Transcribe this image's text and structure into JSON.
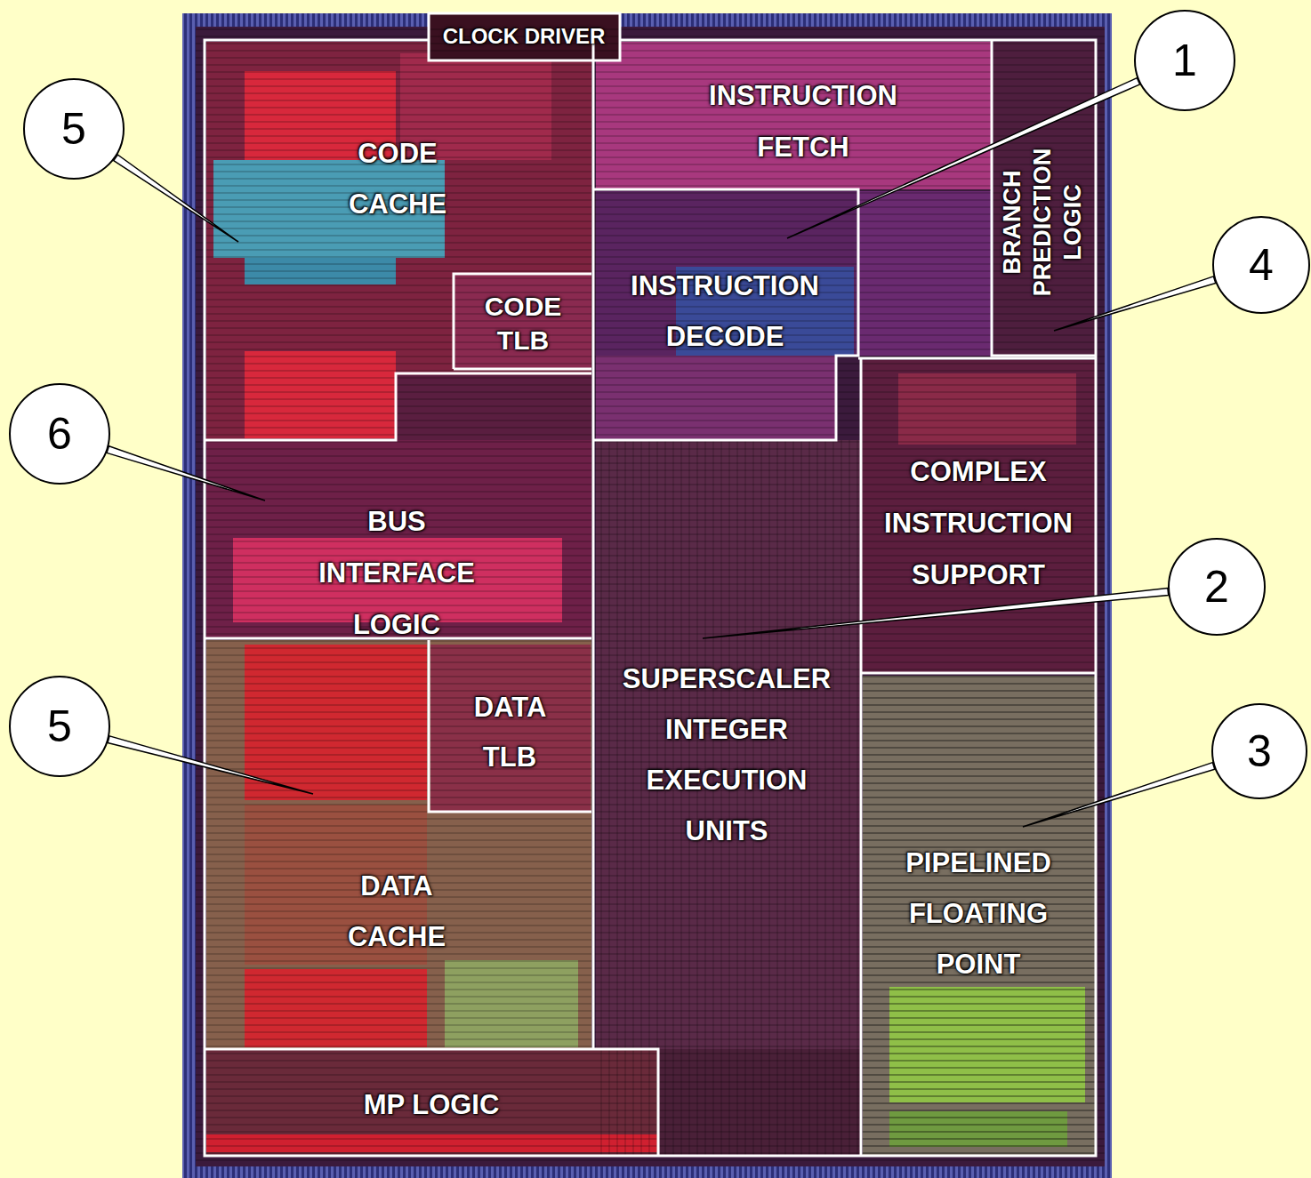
{
  "diagram": {
    "nodes": [
      {
        "text": [
          "CLOCK DRIVER"
        ]
      },
      {
        "text": [
          "1"
        ]
      },
      {
        "text": [
          "5"
        ]
      },
      {
        "text": [
          "CODE CACHE"
        ]
      },
      {
        "text": [
          "INSTRUCTION FETCH"
        ]
      },
      {
        "text": [
          "BRANCH PREDICTION LOGIC"
        ]
      },
      {
        "text": [
          "4"
        ]
      },
      {
        "text": [
          "CODE TLB"
        ]
      },
      {
        "text": [
          "INSTRUCTION DECODE"
        ]
      },
      {
        "text": [
          "6"
        ]
      },
      {
        "text": [
          "BUS INTERFACE LOGIC"
        ]
      },
      {
        "text": [
          "COMPLEX INSTRUCTION SUPPORT"
        ]
      },
      {
        "text": [
          "2"
        ]
      },
      {
        "text": [
          "SUPERSCALER INTEGER EXECUTION UNITS"
        ]
      },
      {
        "text": [
          "5"
        ]
      },
      {
        "text": [
          "DATA TLB"
        ]
      },
      {
        "text": [
          "3"
        ]
      },
      {
        "text": [
          "DATA CACHE"
        ]
      },
      {
        "text": [
          "PIPELINED FLOATING POINT"
        ]
      },
      {
        "text": [
          "MP LOGIC"
        ]
      }
    ],
    "edges": [
      {
        "from": 1,
        "to": 8,
        "arrow": "none"
      },
      {
        "from": 2,
        "to": 3,
        "arrow": "none"
      },
      {
        "from": 6,
        "to": 5,
        "arrow": "none"
      },
      {
        "from": 9,
        "to": 10,
        "arrow": "none"
      },
      {
        "from": 12,
        "to": 13,
        "arrow": "none"
      },
      {
        "from": 14,
        "to": 17,
        "arrow": "none"
      },
      {
        "from": 16,
        "to": 18,
        "arrow": "none"
      }
    ]
  }
}
